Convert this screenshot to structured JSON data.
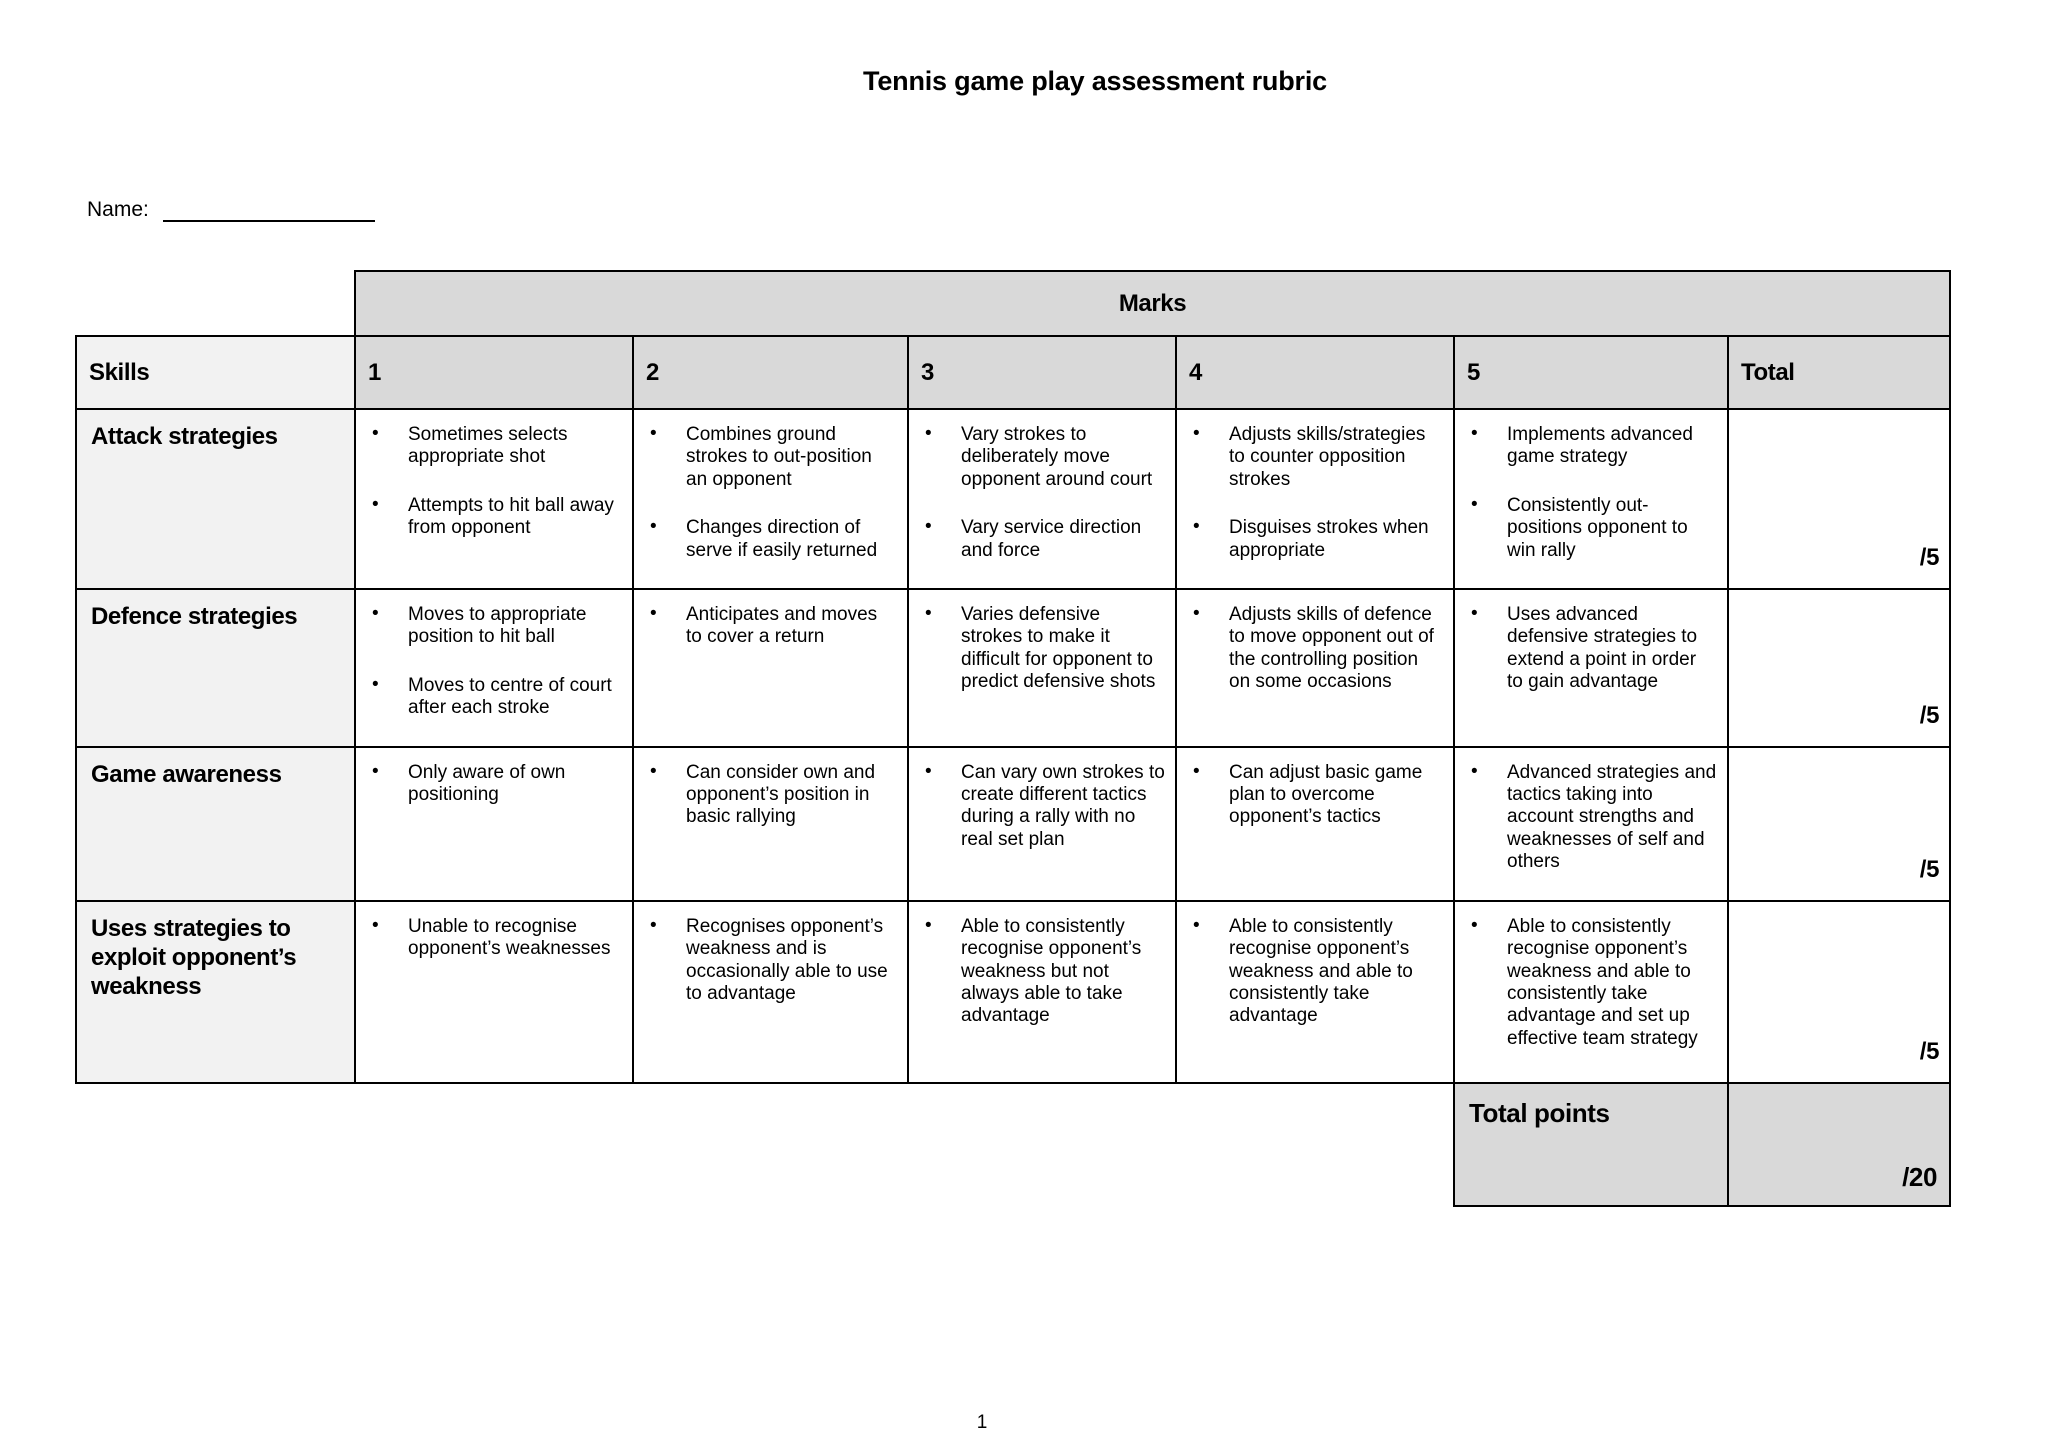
{
  "page": {
    "title": "Tennis game play assessment rubric",
    "name_label": "Name:",
    "page_number": "1"
  },
  "table": {
    "marks_header": "Marks",
    "columns": [
      "Skills",
      "1",
      "2",
      "3",
      "4",
      "5",
      "Total"
    ],
    "rows": [
      {
        "skill": "Attack strategies",
        "levels": [
          [
            "Sometimes selects appropriate shot",
            "Attempts to hit ball away from opponent"
          ],
          [
            "Combines ground strokes to out-position an opponent",
            "Changes direction of serve if easily returned"
          ],
          [
            "Vary strokes to deliberately move opponent around court",
            "Vary service direction and force"
          ],
          [
            "Adjusts skills/strategies to counter opposition strokes",
            "Disguises strokes when appropriate"
          ],
          [
            "Implements advanced game strategy",
            "Consistently out-positions opponent to win rally"
          ]
        ],
        "total": "/5"
      },
      {
        "skill": "Defence strategies",
        "levels": [
          [
            "Moves to appropriate position to hit ball",
            "Moves to centre of court after each stroke"
          ],
          [
            "Anticipates and moves to cover a return"
          ],
          [
            "Varies defensive strokes to make it difficult for opponent to predict defensive shots"
          ],
          [
            "Adjusts skills of defence to move opponent out of the controlling position on some occasions"
          ],
          [
            "Uses advanced defensive strategies to extend a point in order to gain advantage"
          ]
        ],
        "total": "/5"
      },
      {
        "skill": "Game awareness",
        "levels": [
          [
            "Only aware of own positioning"
          ],
          [
            "Can consider own and opponent’s position in basic rallying"
          ],
          [
            "Can vary own strokes to create different tactics during a rally with no real set plan"
          ],
          [
            "Can adjust basic game plan to overcome opponent’s tactics"
          ],
          [
            "Advanced strategies and tactics taking into account strengths and weaknesses of self and others"
          ]
        ],
        "total": "/5"
      },
      {
        "skill": "Uses strategies to exploit opponent’s weakness",
        "levels": [
          [
            "Unable to recognise opponent’s weaknesses"
          ],
          [
            "Recognises opponent’s weakness and is occasionally able to use to advantage"
          ],
          [
            "Able to consistently recognise opponent’s weakness but not always able to take advantage"
          ],
          [
            "Able to consistently recognise opponent’s weakness and able to consistently take advantage"
          ],
          [
            "Able to consistently recognise opponent’s weakness and able to consistently take advantage and set up effective team strategy"
          ]
        ],
        "total": "/5"
      }
    ],
    "total_points_label": "Total points",
    "total_points_value": "/20"
  }
}
